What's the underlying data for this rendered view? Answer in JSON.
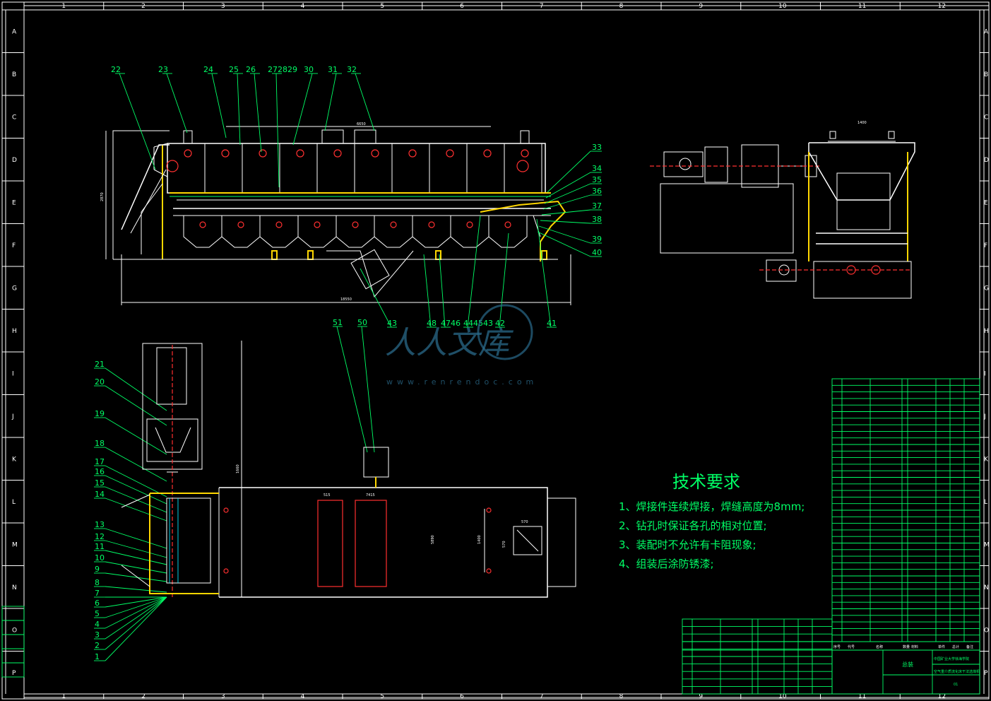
{
  "grid": {
    "columns": [
      "1",
      "2",
      "3",
      "4",
      "5",
      "6",
      "7",
      "8",
      "9",
      "10",
      "11",
      "12"
    ],
    "rows": [
      "A",
      "B",
      "C",
      "D",
      "E",
      "F",
      "G",
      "H",
      "I",
      "J",
      "K",
      "L",
      "M",
      "N",
      "O",
      "P"
    ]
  },
  "balloons_top": [
    "22",
    "23",
    "24",
    "25",
    "26",
    "272829",
    "30",
    "31",
    "32"
  ],
  "balloons_right": [
    "33",
    "34",
    "35",
    "36",
    "37",
    "38",
    "39",
    "40"
  ],
  "balloons_bottom": [
    "43",
    "48",
    "4746",
    "444543",
    "42",
    "41"
  ],
  "balloons_plan_left": [
    "21",
    "20",
    "19",
    "18",
    "17",
    "16",
    "15",
    "14",
    "13",
    "12",
    "11",
    "10",
    "9",
    "8",
    "7",
    "6",
    "5",
    "4",
    "3",
    "2",
    "1"
  ],
  "balloons_plan_top": [
    "51",
    "50"
  ],
  "dimensions": {
    "top_span": "6650",
    "overall_length": "18550",
    "height": "2870",
    "side_width": "1400",
    "plan_a": "515",
    "plan_b": "7415",
    "plan_c": "1660",
    "plan_d": "5890",
    "plan_e": "1400",
    "plan_f": "570",
    "plan_g": "570"
  },
  "tech_requirements": {
    "title": "技术要求",
    "items": [
      "1、焊接件连续焊接，焊缝高度为8mm;",
      "2、钻孔时保证各孔的相对位置;",
      "3、装配时不允许有卡阻现象;",
      "4、组装后涂防锈漆;"
    ]
  },
  "watermark": {
    "text": "人人文库",
    "url": "www.renrendoc.com"
  },
  "title_block": {
    "drawing_name": "总装",
    "school": "中国矿业大学徐海学院",
    "project": "空气重介质流化床干法选煤机",
    "sheet": "01"
  },
  "bom_header": [
    "序号",
    "代号",
    "名称",
    "数量",
    "材料",
    "单件",
    "总计",
    "备注"
  ]
}
